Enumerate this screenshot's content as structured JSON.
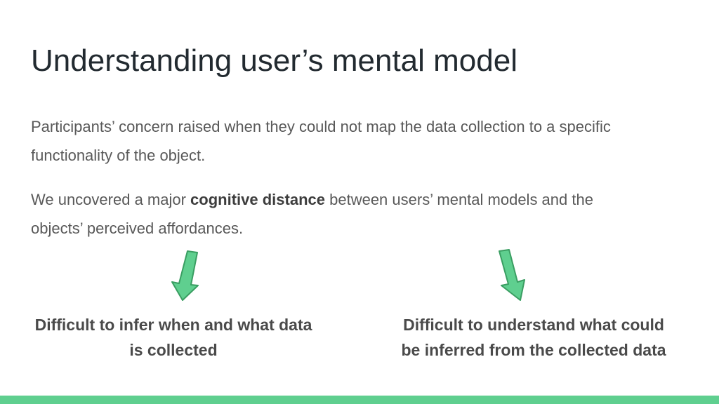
{
  "slide": {
    "title": "Understanding user’s mental model",
    "para1": "Participants’ concern raised when they could not map the data collection to a specific functionality of the object.",
    "para2_before": "We uncovered a major ",
    "para2_bold": "cognitive distance",
    "para2_after": " between users’ mental models and the objects’ perceived affordances.",
    "callouts": [
      {
        "text": "Difficult to infer when and what data is collected",
        "icon": "down-arrow-icon"
      },
      {
        "text": "Difficult to understand what could be inferred from the collected data",
        "icon": "down-arrow-icon"
      }
    ],
    "colors": {
      "accent": "#5fcf8f",
      "arrow_fill": "#5fcf8f",
      "arrow_stroke": "#3a9e62",
      "title": "#222a30",
      "body": "#595959"
    }
  }
}
